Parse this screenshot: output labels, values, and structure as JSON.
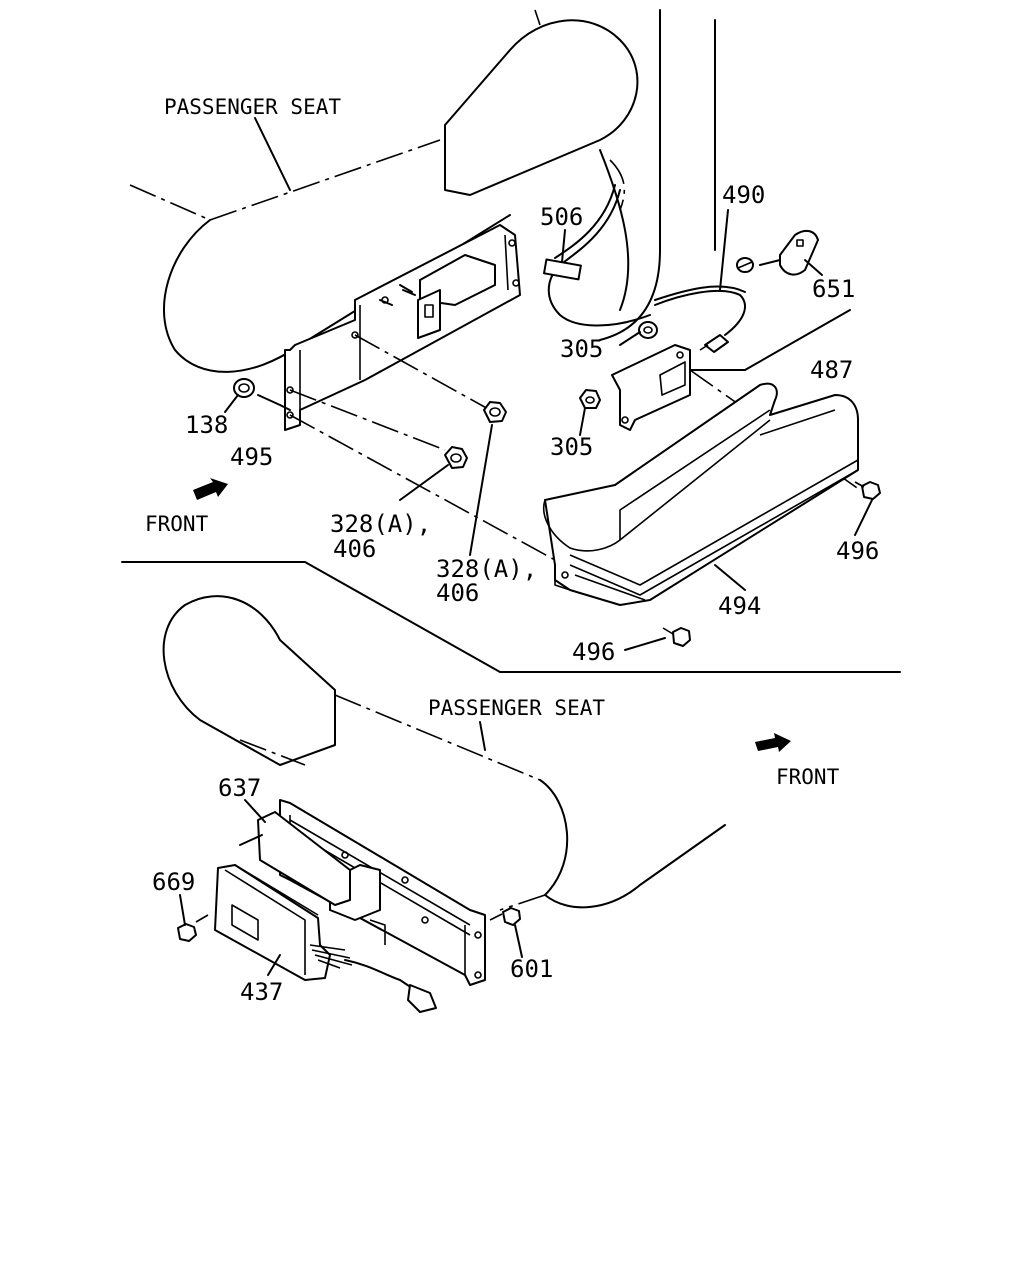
{
  "labels": {
    "passenger_seat_top": "PASSENGER SEAT",
    "passenger_seat_bottom": "PASSENGER SEAT",
    "front_top": "FRONT",
    "front_bottom": "FRONT",
    "p506": "506",
    "p490": "490",
    "p651": "651",
    "p305_upper": "305",
    "p487": "487",
    "p305_lower": "305",
    "p138": "138",
    "p495": "495",
    "p328_left_a": "328(A),",
    "p328_left_b": "406",
    "p328_right_a": "328(A),",
    "p328_right_b": "406",
    "p496_right": "496",
    "p494": "494",
    "p496_lower": "496",
    "p637": "637",
    "p669": "669",
    "p601": "601",
    "p437": "437"
  }
}
